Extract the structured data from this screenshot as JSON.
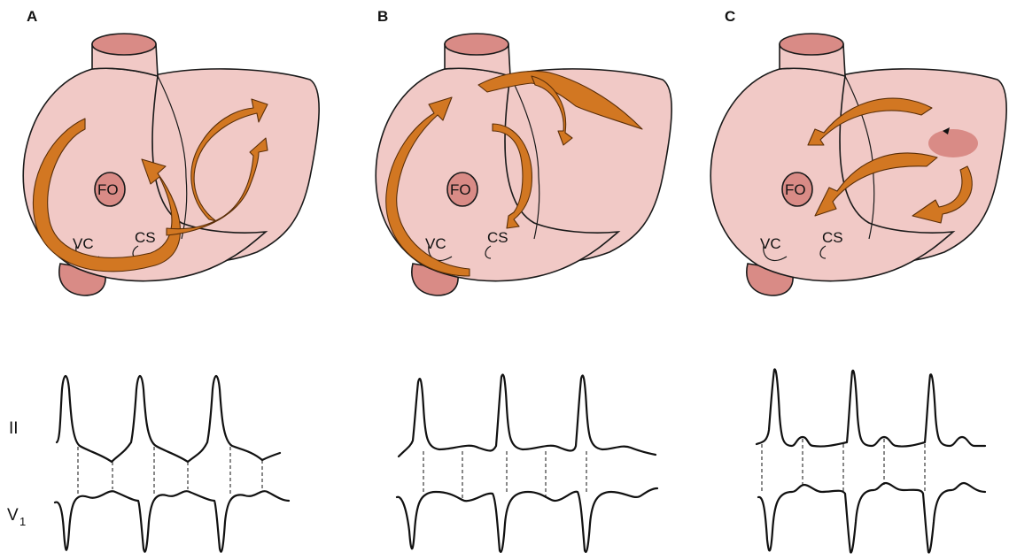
{
  "panels": [
    {
      "id": "A",
      "label": "A",
      "fo": "FO",
      "vc": "VC",
      "cs": "CS"
    },
    {
      "id": "B",
      "label": "B",
      "fo": "FO",
      "vc": "VC",
      "cs": "CS"
    },
    {
      "id": "C",
      "label": "C",
      "fo": "FO",
      "vc": "VC",
      "cs": "CS"
    }
  ],
  "leads": {
    "lead_ii": "II",
    "lead_v1_main": "V",
    "lead_v1_sub": "1"
  },
  "colors": {
    "heart": "#f1c9c6",
    "vessel": "#d98b86",
    "arrow": "#d27722"
  }
}
